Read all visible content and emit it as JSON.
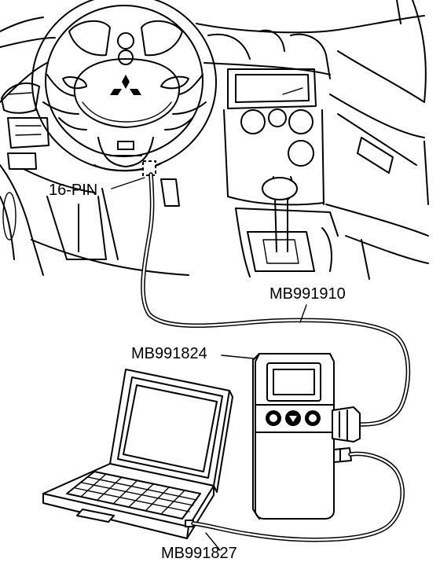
{
  "labels": {
    "connector": "16-PIN",
    "cable_top": "MB991910",
    "interface_unit": "MB991824",
    "cable_bottom": "MB991827"
  }
}
